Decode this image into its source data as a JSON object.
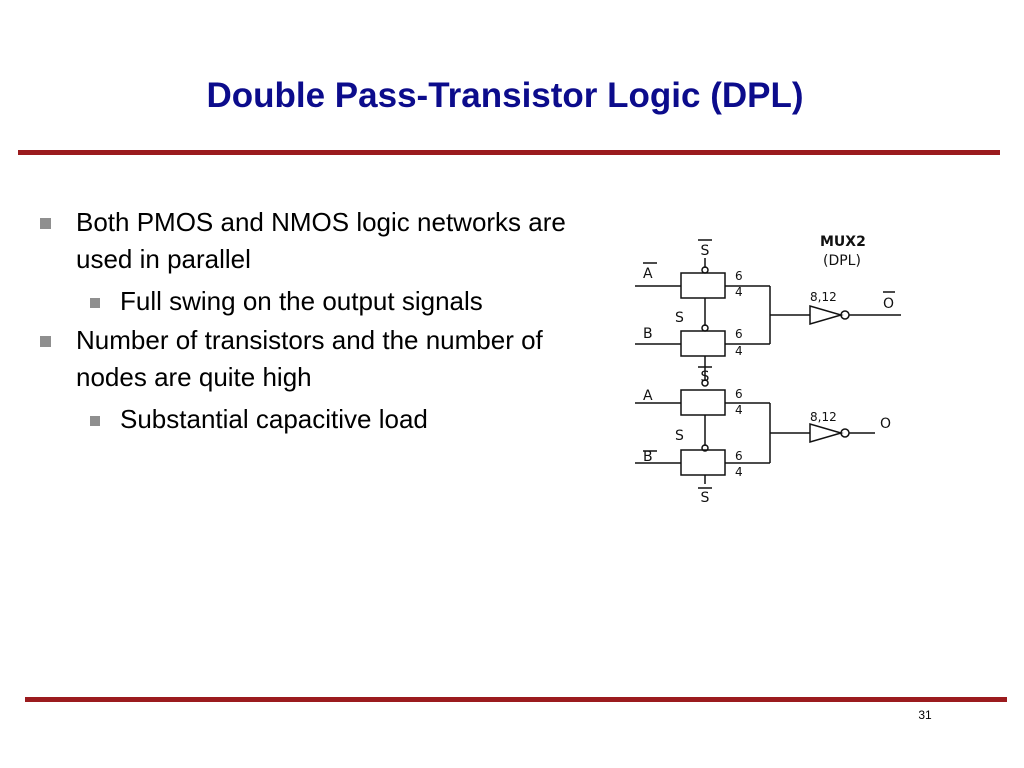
{
  "slide": {
    "title": "Double Pass-Transistor Logic (DPL)",
    "page_number": "31"
  },
  "bullets": [
    {
      "text": "Both PMOS and NMOS logic networks are used in parallel",
      "sub": [
        "Full swing on the output signals"
      ]
    },
    {
      "text": "Number of transistors and the number of nodes are quite high",
      "sub": [
        "Substantial capacitive load"
      ]
    }
  ],
  "diagram": {
    "title_line1": "MUX2",
    "title_line2": "(DPL)",
    "inputs": {
      "a_bar": "A",
      "b": "B",
      "a": "A",
      "b_bar": "B"
    },
    "selects": {
      "top": "S",
      "mid_upper": "S",
      "mid_lower": "S",
      "inner": "S",
      "bottom": "S"
    },
    "sizes": {
      "w": "6",
      "l": "4",
      "inverter": "8,12"
    },
    "outputs": {
      "o_bar": "O",
      "o": "O"
    }
  }
}
